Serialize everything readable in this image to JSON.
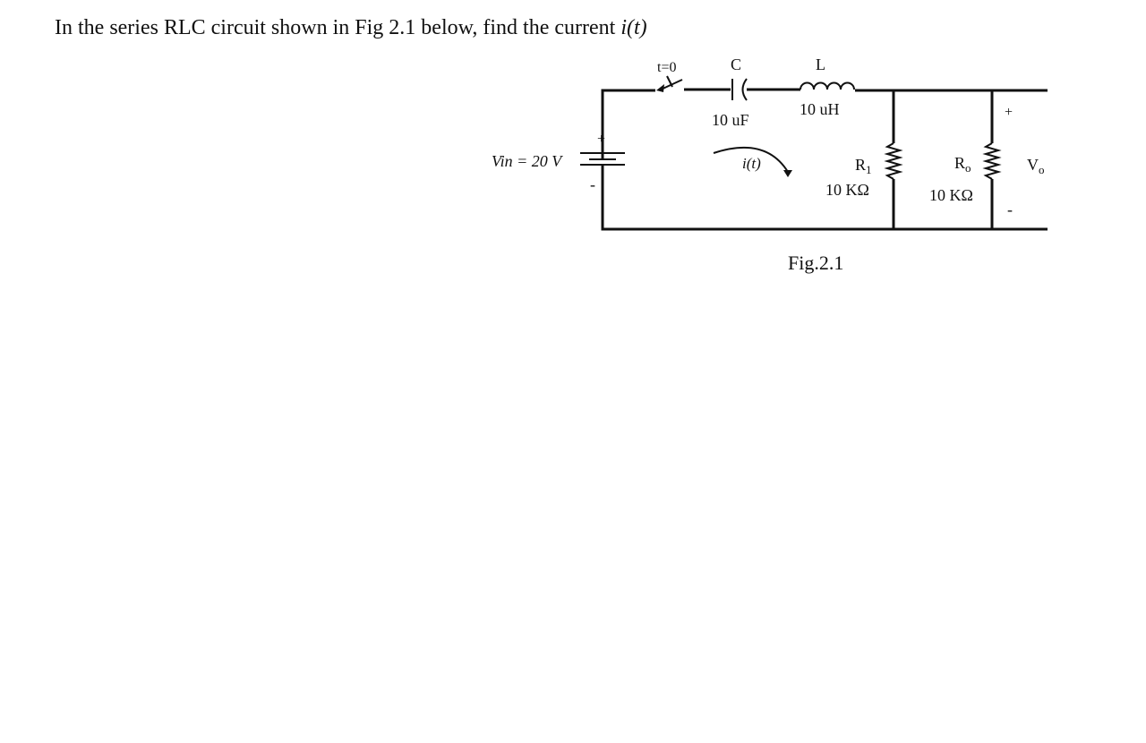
{
  "question": {
    "prefix": "In the series RLC circuit shown in Fig 2.1 below, find the current ",
    "variable": "i(t)"
  },
  "circuit": {
    "switch_label": "t=0",
    "capacitor": {
      "symbol": "C",
      "value": "10 uF"
    },
    "inductor": {
      "symbol": "L",
      "value": "10 uH"
    },
    "source": {
      "label": "Vin = 20 V",
      "plus": "+",
      "minus": "-"
    },
    "current_label": "i(t)",
    "r1": {
      "symbol": "R",
      "subscript": "1",
      "value": "10 KΩ"
    },
    "ro": {
      "symbol": "R",
      "subscript": "o",
      "value": "10 KΩ"
    },
    "vo": {
      "symbol": "V",
      "subscript": "o",
      "plus": "+",
      "minus": "-"
    },
    "caption": "Fig.2.1"
  }
}
